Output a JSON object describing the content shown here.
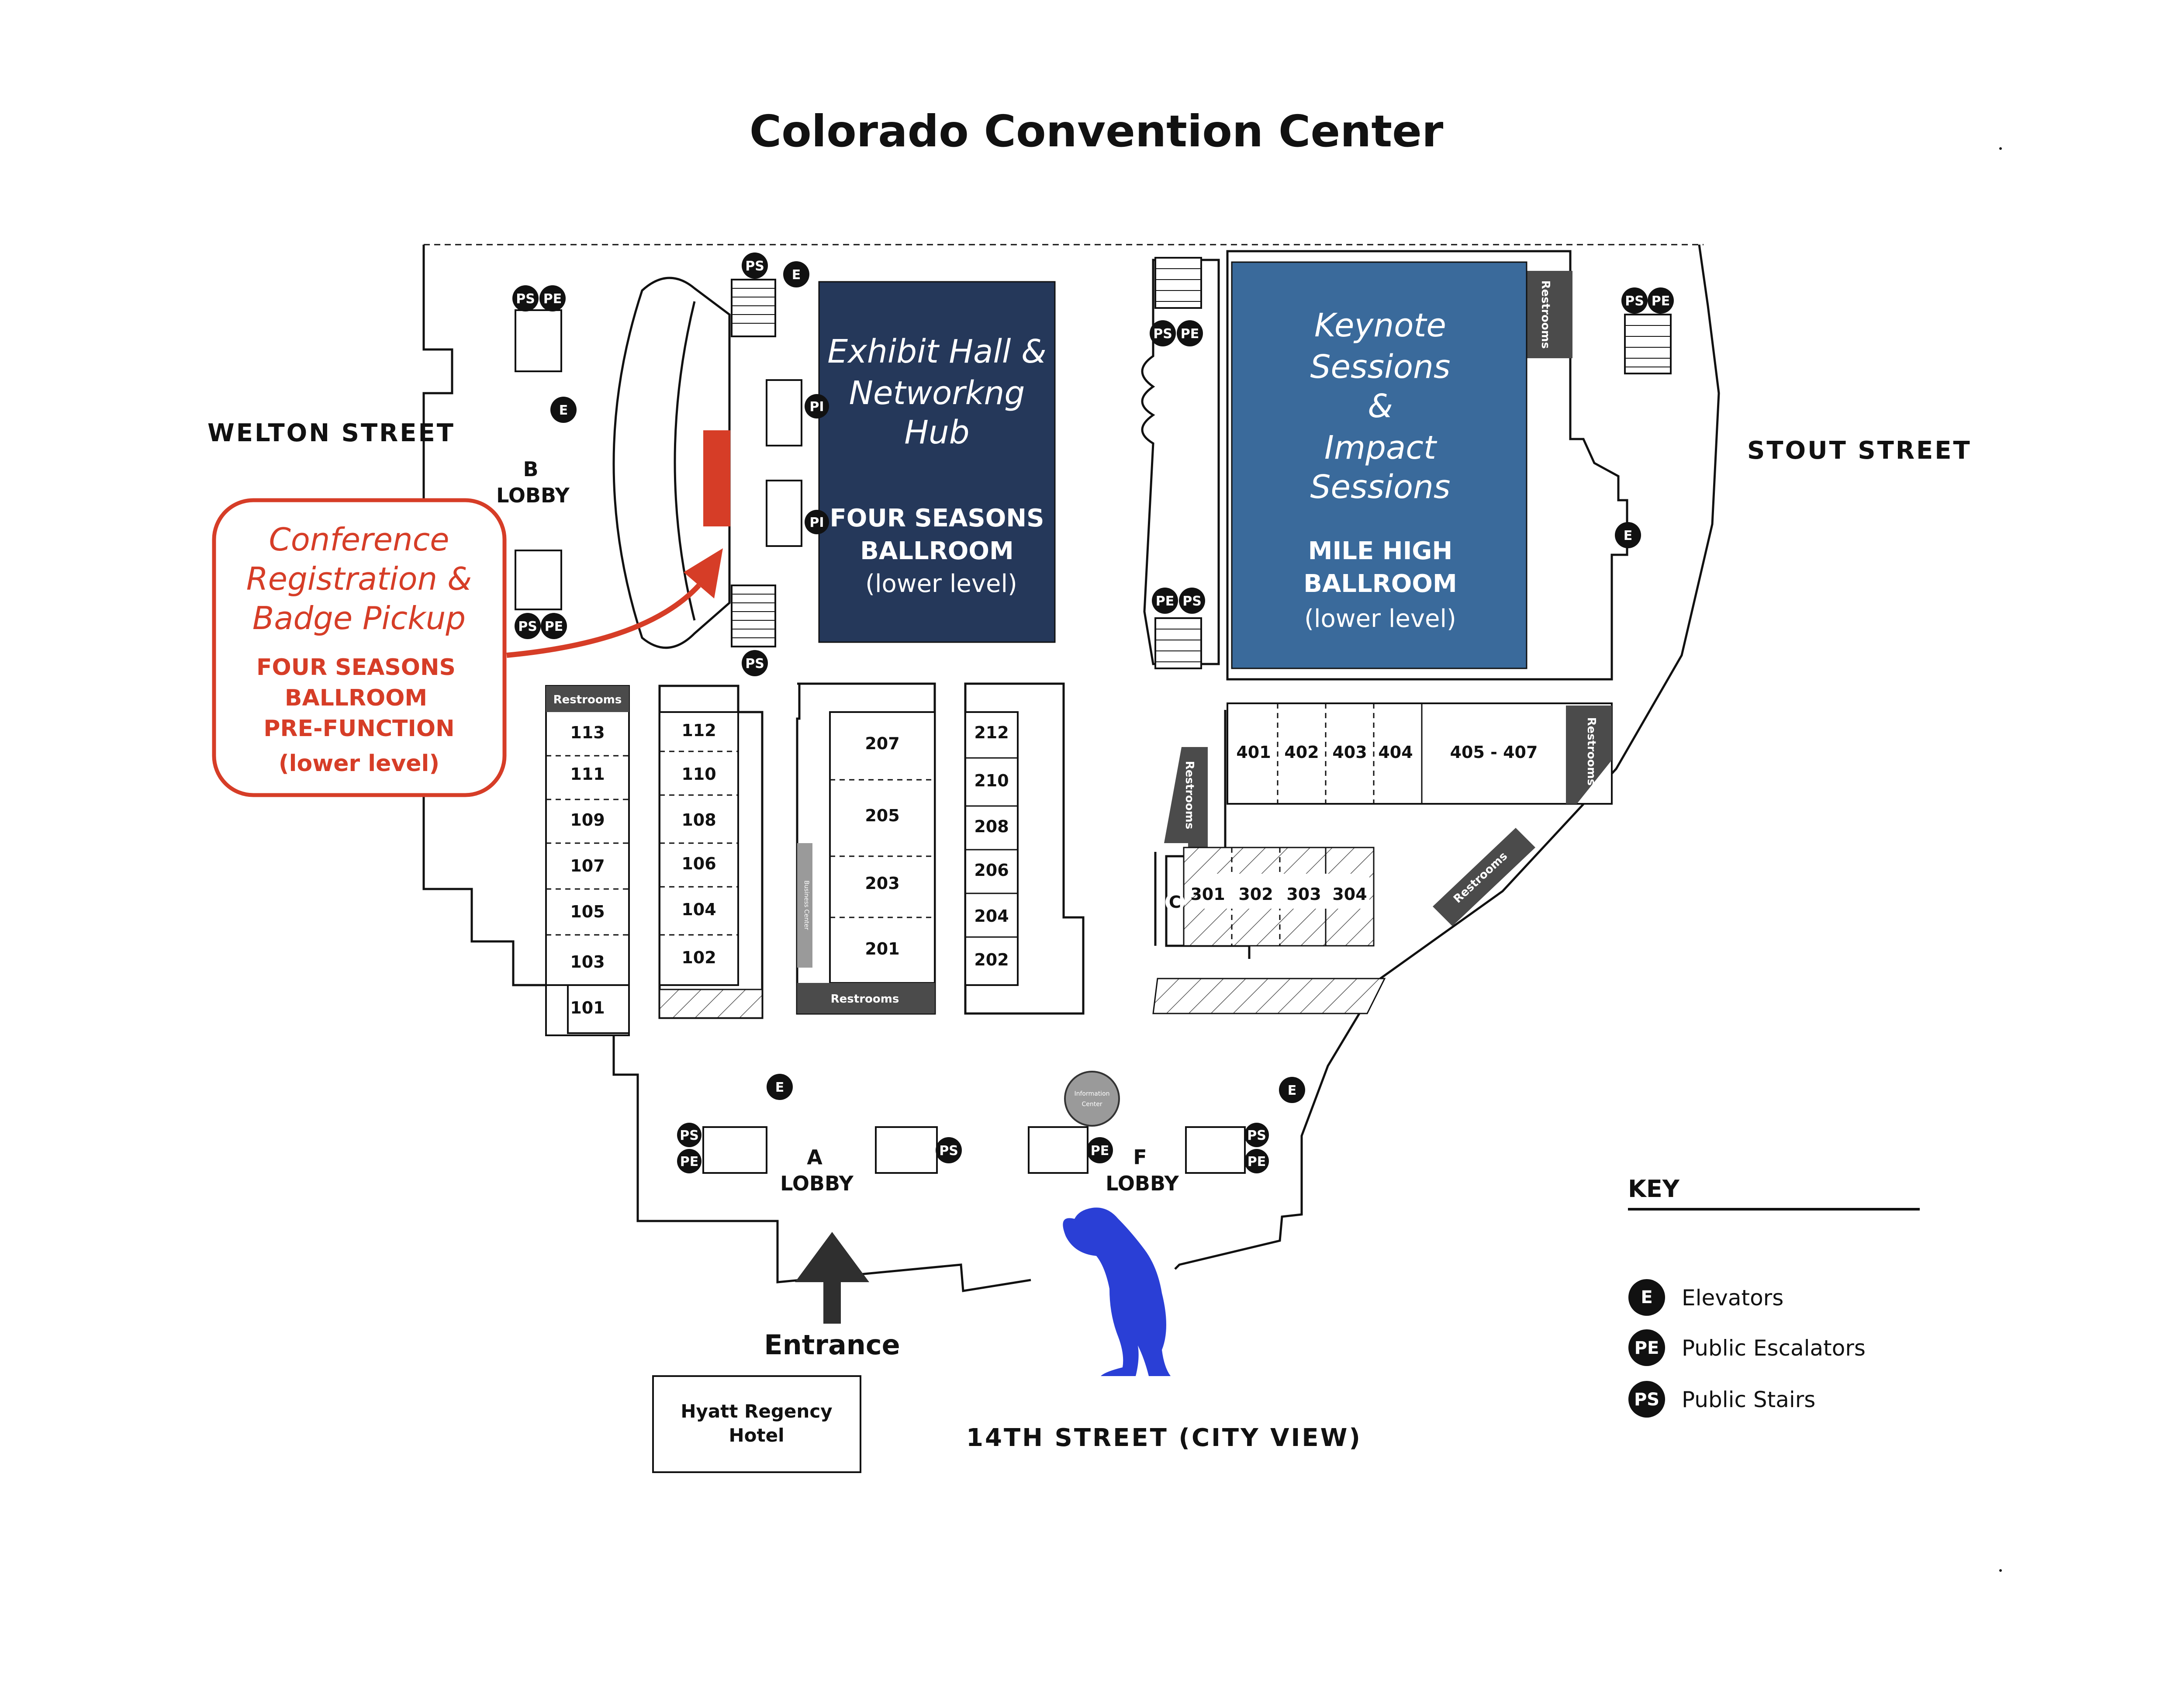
{
  "title": "Colorado Convention Center",
  "streets": {
    "welton": "WELTON STREET",
    "stout": "STOUT STREET",
    "fourteenth": "14TH STREET (CITY VIEW)"
  },
  "lobbies": {
    "b_line1": "B",
    "b_line2": "LOBBY",
    "a_line1": "A",
    "a_line2": "LOBBY",
    "f_line1": "F",
    "f_line2": "LOBBY"
  },
  "exhibit_hall": {
    "name_line1": "Exhibit Hall &",
    "name_line2": "Networkng",
    "name_line3": "Hub",
    "room_line1": "FOUR SEASONS",
    "room_line2": "BALLROOM",
    "level": "(lower level)",
    "color": "#25385a"
  },
  "keynote_hall": {
    "name_line1": "Keynote",
    "name_line2": "Sessions",
    "name_line3": "&",
    "name_line4": "Impact",
    "name_line5": "Sessions",
    "room_line1": "MILE HIGH",
    "room_line2": "BALLROOM",
    "level": "(lower level)",
    "color": "#3a6a9b"
  },
  "registration": {
    "line1": "Conference",
    "line2": "Registration &",
    "line3": "Badge Pickup",
    "room_line1": "FOUR SEASONS",
    "room_line2": "BALLROOM",
    "room_line3": "PRE-FUNCTION",
    "level": "(lower level)",
    "color": "#d63d27"
  },
  "rooms": {
    "col1": [
      "113",
      "111",
      "109",
      "107",
      "105",
      "103",
      "101"
    ],
    "col2": [
      "112",
      "110",
      "108",
      "106",
      "104",
      "102"
    ],
    "col3": [
      "207",
      "205",
      "203",
      "201"
    ],
    "col4": [
      "212",
      "210",
      "208",
      "206",
      "204",
      "202"
    ],
    "row400": [
      "401",
      "402",
      "403",
      "404",
      "405 - 407"
    ],
    "row300": [
      "301",
      "302",
      "303",
      "304"
    ]
  },
  "labels": {
    "restrooms": "Restrooms",
    "business_center": "Business Center",
    "information_center_line1": "Information",
    "information_center_line2": "Center",
    "c_marker": "C"
  },
  "badges": {
    "elevator": "E",
    "escalator": "PE",
    "stairs": "PS",
    "escalator_partial": "PI"
  },
  "entrance": "Entrance",
  "hotel": {
    "line1": "Hyatt Regency",
    "line2": "Hotel"
  },
  "key": {
    "heading": "KEY",
    "items": [
      {
        "badge": "E",
        "label": "Elevators"
      },
      {
        "badge": "PE",
        "label": "Public Escalators"
      },
      {
        "badge": "PS",
        "label": "Public Stairs"
      }
    ]
  },
  "landmark": "blue-bear-sculpture-icon",
  "colors": {
    "bear": "#2a3fd6",
    "dark_gray": "#4b4b4b",
    "arrow": "#2f2f2f"
  }
}
